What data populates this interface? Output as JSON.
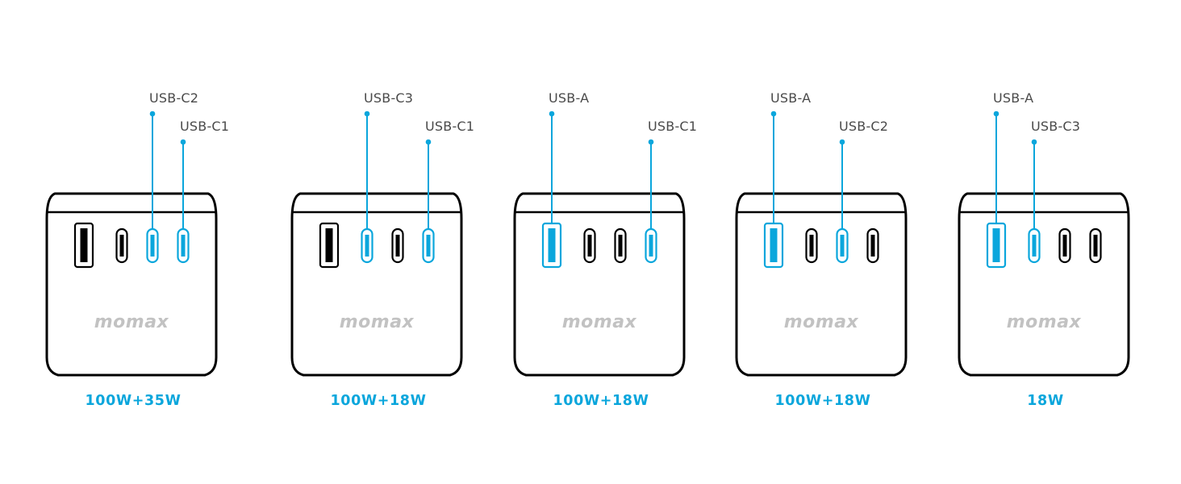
{
  "colors": {
    "accent": "#0aa6dc",
    "outline": "#000000",
    "brand_gray": "#c2c2c2",
    "label_gray": "#4a4a4a",
    "background": "#ffffff"
  },
  "brand": "momax",
  "port_order": [
    "USB-A",
    "USB-C3",
    "USB-C2",
    "USB-C1"
  ],
  "configurations": [
    {
      "output": "100W+35W",
      "active_ports": [
        "USB-C2",
        "USB-C1"
      ],
      "callouts": [
        {
          "label": "USB-C2",
          "port": "USB-C2",
          "level": "high"
        },
        {
          "label": "USB-C1",
          "port": "USB-C1",
          "level": "low"
        }
      ]
    },
    {
      "output": "100W+18W",
      "active_ports": [
        "USB-C3",
        "USB-C1"
      ],
      "callouts": [
        {
          "label": "USB-C3",
          "port": "USB-C3",
          "level": "high"
        },
        {
          "label": "USB-C1",
          "port": "USB-C1",
          "level": "low"
        }
      ]
    },
    {
      "output": "100W+18W",
      "active_ports": [
        "USB-A",
        "USB-C1"
      ],
      "callouts": [
        {
          "label": "USB-A",
          "port": "USB-A",
          "level": "high"
        },
        {
          "label": "USB-C1",
          "port": "USB-C1",
          "level": "low"
        }
      ]
    },
    {
      "output": "100W+18W",
      "active_ports": [
        "USB-A",
        "USB-C2"
      ],
      "callouts": [
        {
          "label": "USB-A",
          "port": "USB-A",
          "level": "high"
        },
        {
          "label": "USB-C2",
          "port": "USB-C2",
          "level": "low"
        }
      ]
    },
    {
      "output": "18W",
      "active_ports": [
        "USB-A",
        "USB-C3"
      ],
      "callouts": [
        {
          "label": "USB-A",
          "port": "USB-A",
          "level": "high"
        },
        {
          "label": "USB-C3",
          "port": "USB-C3",
          "level": "low"
        }
      ]
    }
  ]
}
